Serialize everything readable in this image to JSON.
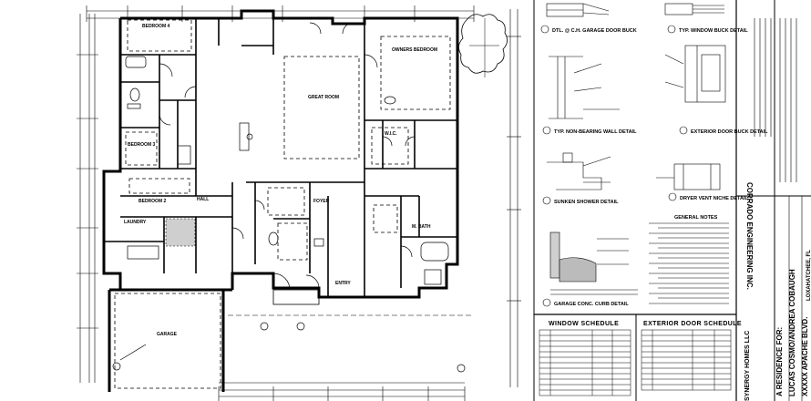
{
  "rooms": {
    "bedroom4": "BEDROOM 4",
    "bedroom3": "BEDROOM 3",
    "bedroom2": "BEDROOM 2",
    "great_room": "GREAT ROOM",
    "owners_bedroom": "OWNERS BEDROOM",
    "hall": "HALL",
    "foyer": "FOYER",
    "entry": "ENTRY",
    "garage": "GARAGE",
    "w_closet": "W.I.C.",
    "m_bath": "M. BATH",
    "laundry": "LAUNDRY"
  },
  "details": {
    "d1": "DTL. @ C.H. GARAGE DOOR BUCK",
    "d2": "TYP. WINDOW BUCK DETAIL",
    "d3": "TYP. NON-BEARING WALL DETAIL",
    "d4": "EXTERIOR DOOR BUCK DETAIL",
    "d5": "SUNKEN SHOWER DETAIL",
    "d6": "DRYER VENT NICHE DETAIL",
    "d7": "GARAGE CONC. CURB DETAIL",
    "general_notes": "GENERAL NOTES"
  },
  "schedules": {
    "window": "WINDOW SCHEDULE",
    "door": "EXTERIOR DOOR SCHEDULE"
  },
  "title_block": {
    "engineer": "CORRADO ENGINEERING INC.",
    "project": "A RESIDENCE FOR:",
    "owner": "LUCAS COSMO/ANDREA COBAUGH",
    "address": "XXXXX APACHE BLVD.",
    "city": "LOXAHATCHEE, FL",
    "builder": "SYNERGY HOMES LLC"
  }
}
